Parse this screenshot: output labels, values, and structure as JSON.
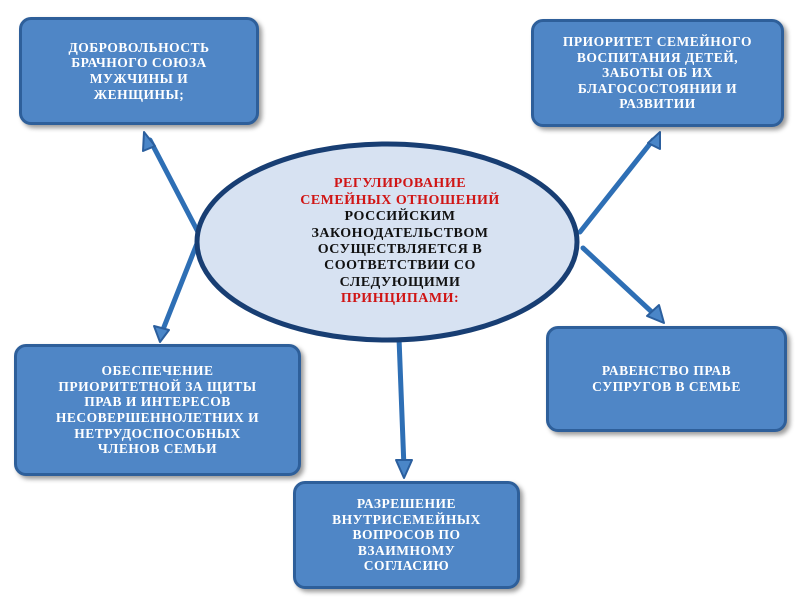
{
  "center": {
    "highlight_top": "РЕГУЛИРОВАНИЕ\nСЕМЕЙНЫХ ОТНОШЕНИЙ",
    "body": "РОССИЙСКИМ\nЗАКОНОДАТЕЛЬСТВОМ\nОСУЩЕСТВЛЯЕТСЯ В\nСООТВЕТСТВИИ СО\nСЛЕДУЮЩИМИ",
    "highlight_bottom": "ПРИНЦИПАМИ:"
  },
  "principles": {
    "voluntary_marriage": "ДОБРОВОЛЬНОСТЬ\nБРАЧНОГО СОЮЗА\nМУЖЧИНЫ И\nЖЕНЩИНЫ;",
    "family_upbringing_priority": "ПРИОРИТЕТ СЕМЕЙНОГО\nВОСПИТАНИЯ ДЕТЕЙ,\nЗАБОТЫ ОБ ИХ\nБЛАГОСОСТОЯНИИ И\nРАЗВИТИИ",
    "protection_priority": "ОБЕСПЕЧЕНИЕ\nПРИОРИТЕТНОЙ ЗА ЩИТЫ\nПРАВ И ИНТЕРЕСОВ\nНЕСОВЕРШЕННОЛЕТНИХ И\nНЕТРУДОСПОСОБНЫХ\nЧЛЕНОВ СЕМЬИ",
    "spousal_equality": "РАВЕНСТВО ПРАВ\nСУПРУГОВ В СЕМЬЕ",
    "mutual_agreement": "РАЗРЕШЕНИЕ\nВНУТРИСЕМЕЙНЫХ\nВОПРОСОВ ПО\nВЗАИМНОМУ\nСОГЛАСИЮ"
  },
  "colors": {
    "box_fill": "#4f86c6",
    "box_border": "#2e5f9a",
    "connector": "#2e6fb5",
    "ellipse_fill": "#d7e2f2",
    "ellipse_border": "#183e73",
    "highlight_text": "#d01515"
  }
}
